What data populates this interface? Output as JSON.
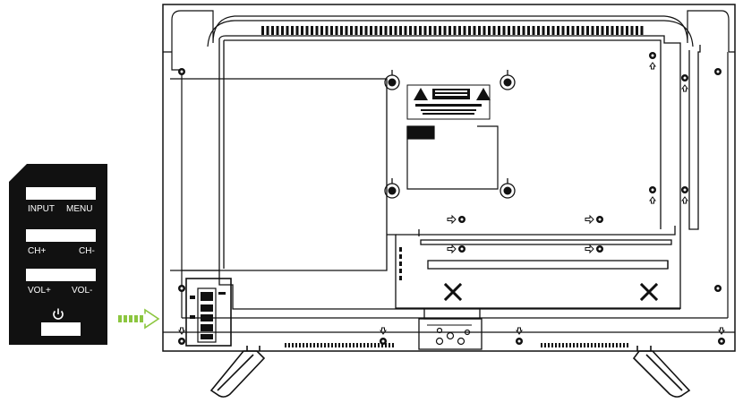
{
  "keypad": {
    "labels": {
      "input": "INPUT",
      "menu": "MENU",
      "ch_plus": "CH+",
      "ch_minus": "CH-",
      "vol_plus": "VOL+",
      "vol_minus": "VOL-"
    },
    "panel_color": "#111111",
    "button_color": "#ffffff",
    "power_icon": "power-icon"
  },
  "pointer": {
    "icon": "right-arrow-icon",
    "color": "#8cc63f"
  },
  "tv_rear": {
    "line_color": "#111111",
    "icons": [
      "wall-mount-hole-icon",
      "screw-icon",
      "warning-label-icon",
      "vesa-bracket-icon",
      "stand-leg-icon",
      "port-panel-icon"
    ]
  }
}
